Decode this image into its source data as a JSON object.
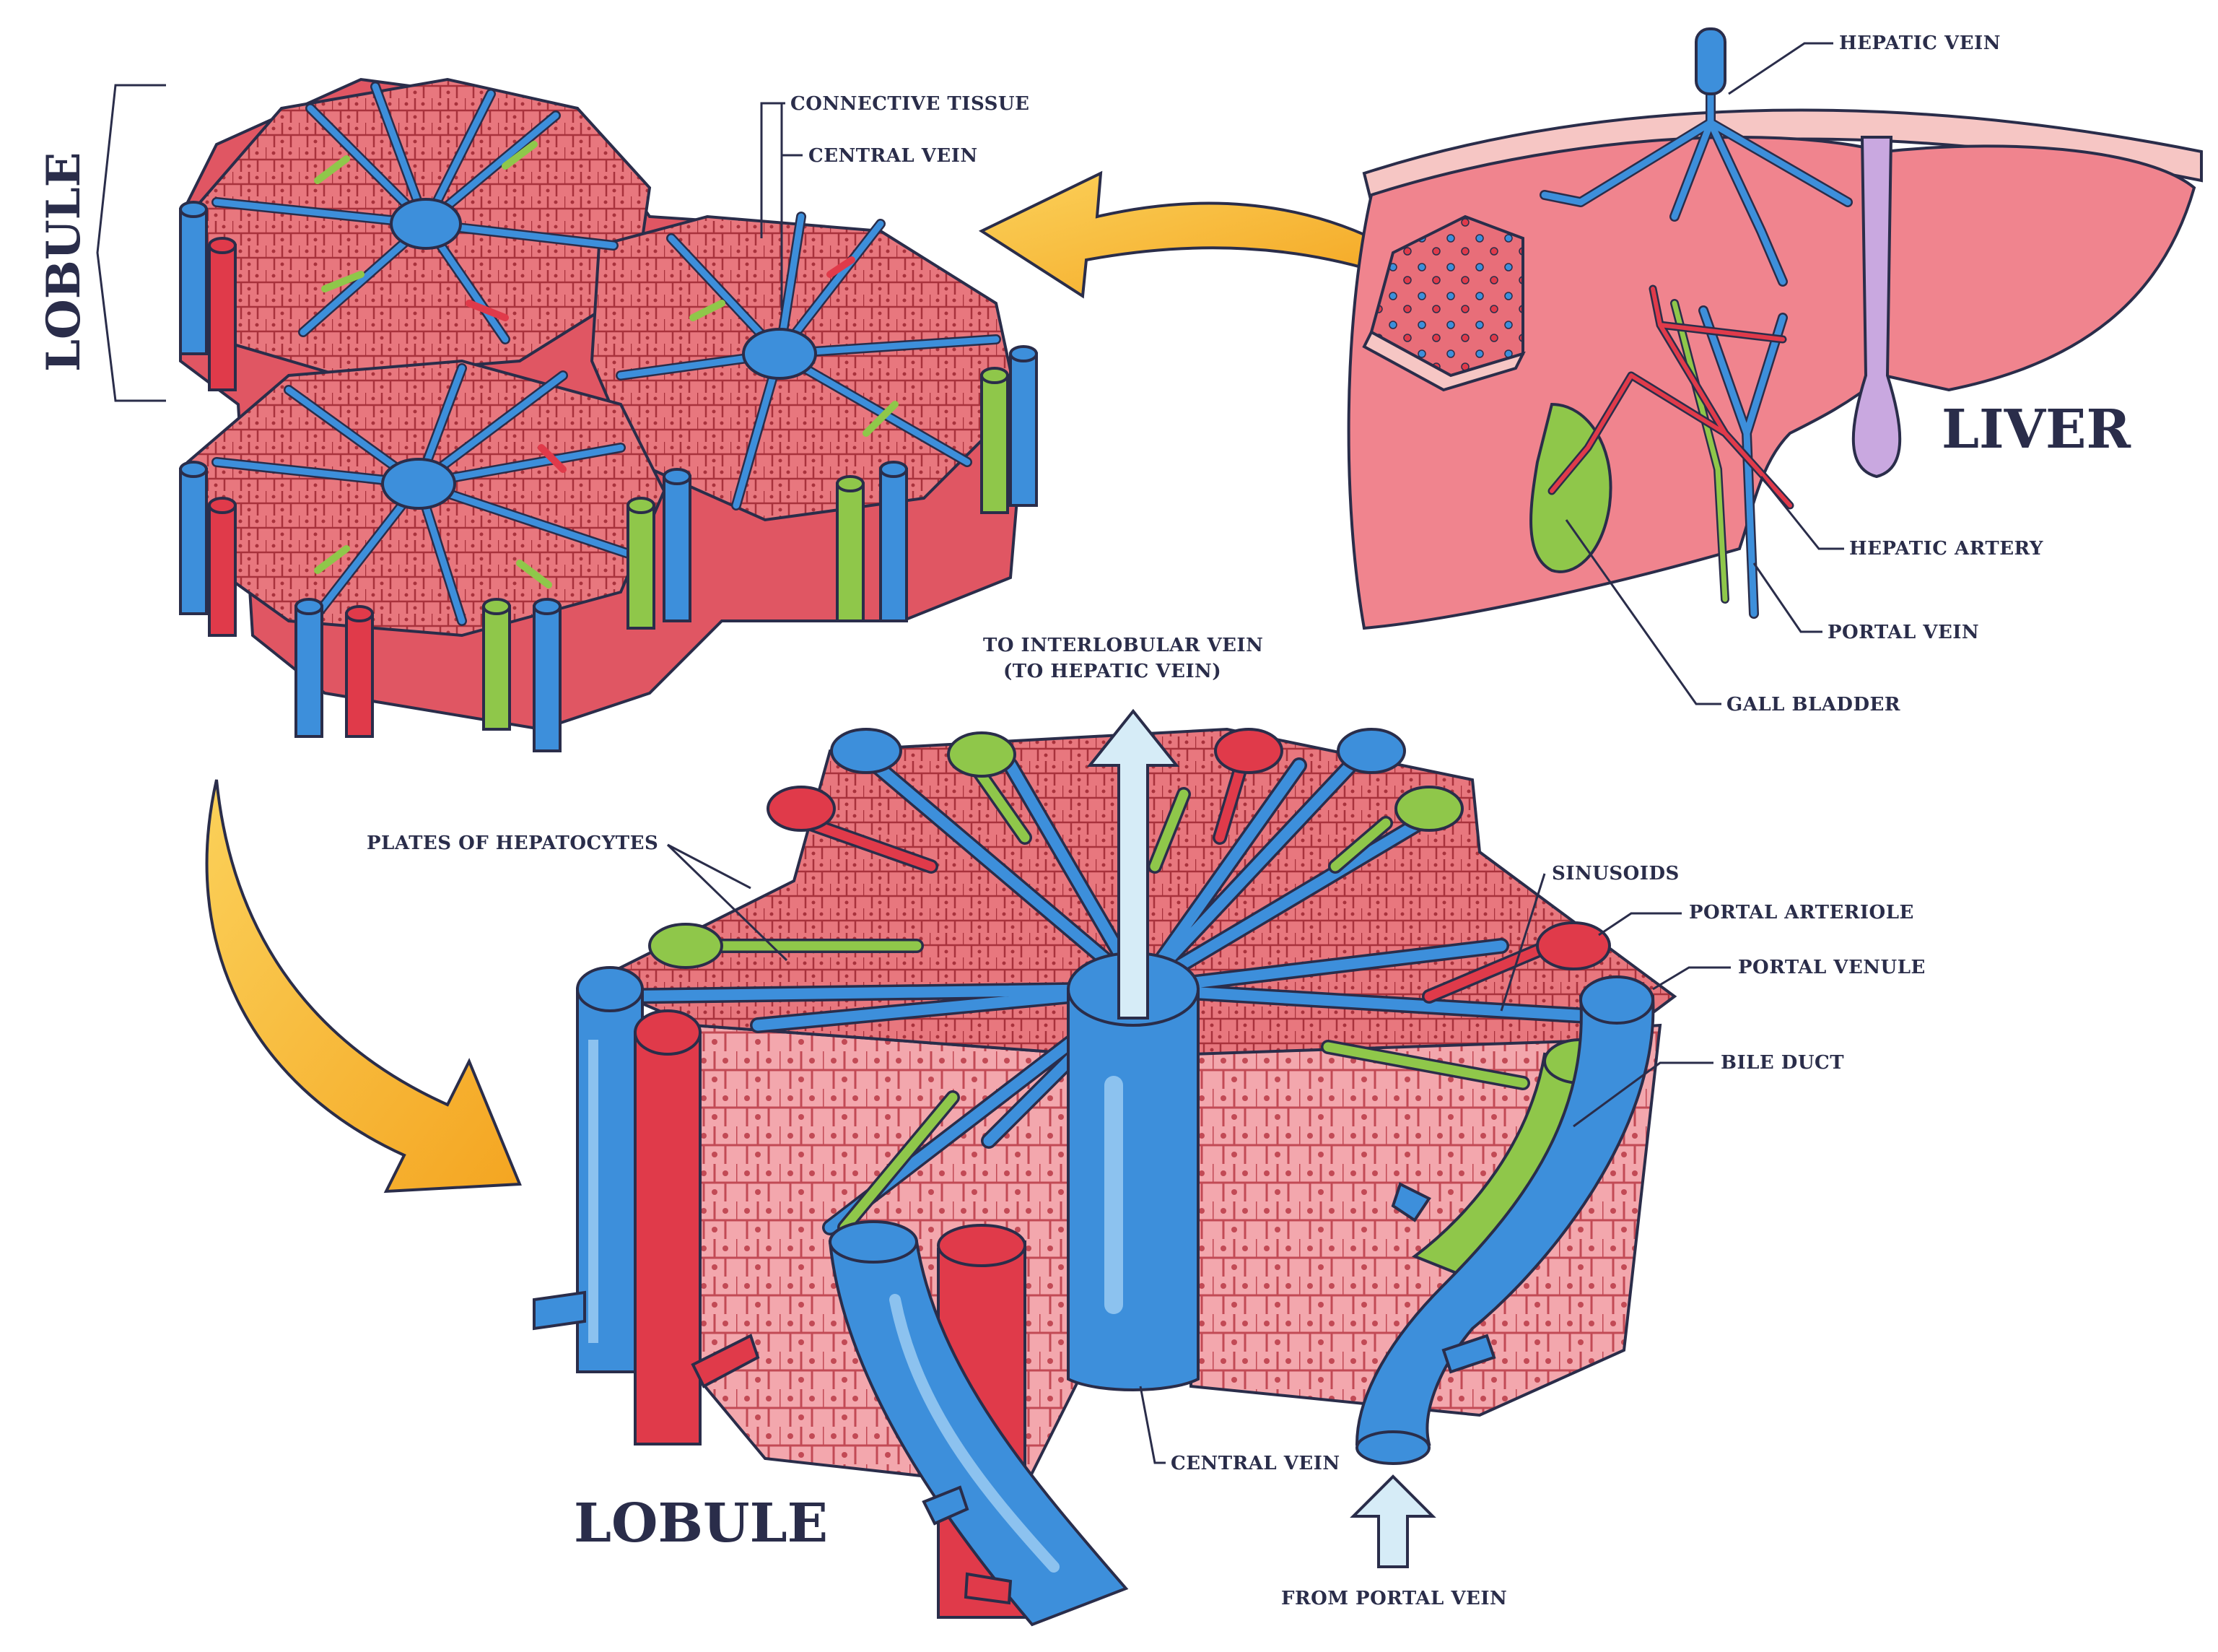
{
  "title_lobule_top": "LOBULE",
  "title_liver": "LIVER",
  "title_lobule_bottom": "LOBULE",
  "labels": {
    "connective_tissue": "CONNECTIVE TISSUE",
    "central_vein_top": "CENTRAL VEIN",
    "hepatic_vein": "HEPATIC VEIN",
    "hepatic_artery": "HEPATIC ARTERY",
    "portal_vein": "PORTAL VEIN",
    "gall_bladder": "GALL BLADDER",
    "to_interlobular_1": "TO INTERLOBULAR VEIN",
    "to_interlobular_2": "(TO HEPATIC VEIN)",
    "plates_of_hepatocytes": "PLATES OF HEPATOCYTES",
    "sinusoids": "SINUSOIDS",
    "portal_arteriole": "PORTAL ARTERIOLE",
    "portal_venule": "PORTAL VENULE",
    "bile_duct": "BILE DUCT",
    "central_vein_bottom": "CENTRAL VEIN",
    "from_portal_vein": "FROM PORTAL VEIN"
  },
  "colors": {
    "tissue": "#e8777e",
    "tissue_light": "#f3a7ad",
    "tissue_dark": "#d9545f",
    "vein_blue": "#3d8fdb",
    "vein_blue_light": "#8cc2ef",
    "artery_red": "#e03a4a",
    "bile_green": "#8fc74a",
    "arrow_yellow": "#f7b733",
    "liver": "#f0848e",
    "outline": "#2a2d4a"
  }
}
